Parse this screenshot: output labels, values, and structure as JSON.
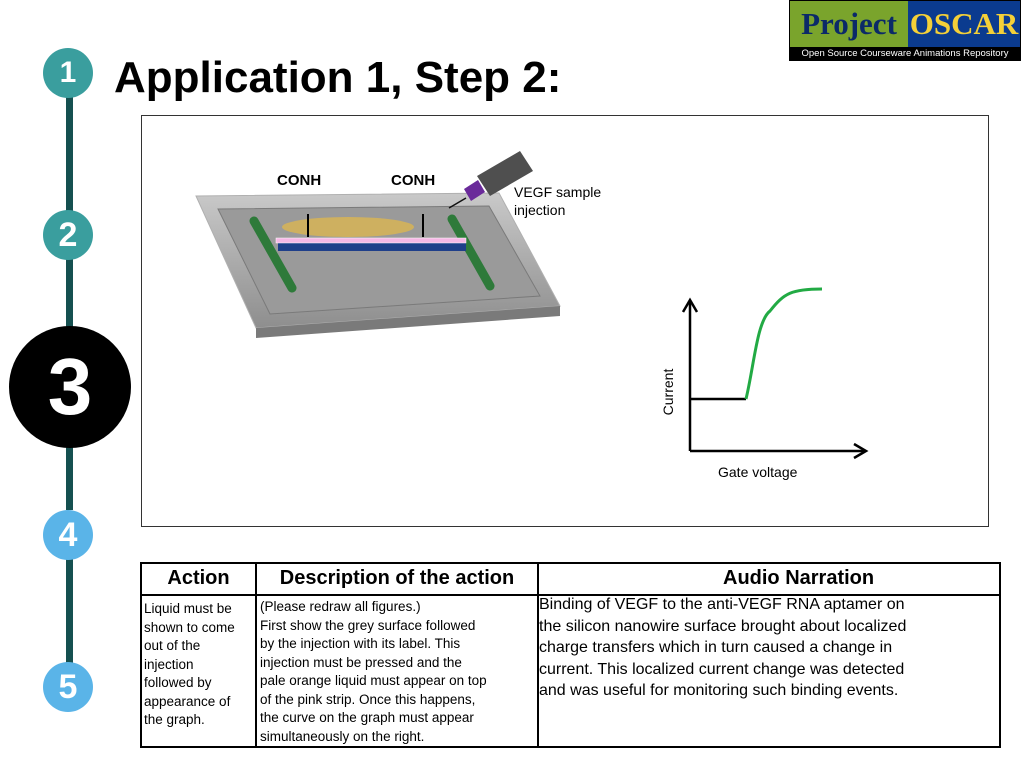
{
  "logo": {
    "left_text": "Project",
    "right_text": "OSCAR",
    "tagline": "Open Source Courseware Animations Repository"
  },
  "steps": [
    "1",
    "2",
    "3",
    "4",
    "5"
  ],
  "current_step": "3",
  "colors": {
    "teal_step": "#3a9e9e",
    "light_blue_step": "#5ab4e8",
    "active_step": "#000000",
    "timeline_bar": "#155050",
    "curve": "#22aa44",
    "gold_liquid": "#d4b25a",
    "pink_strip": "#f6b8e6",
    "navy_strip": "#1f3f8a",
    "electrode": "#2e7a3a",
    "injector_tip": "#6a2a9a"
  },
  "title": "Application 1, Step 2:",
  "figure": {
    "label_conh_left": "CONH",
    "label_conh_right": "CONH",
    "injection_label_line1": "VEGF sample",
    "injection_label_line2": "injection",
    "graph_ylabel": "Current",
    "graph_xlabel": "Gate voltage"
  },
  "table": {
    "headers": [
      "Action",
      "Description of the action",
      "Audio Narration"
    ],
    "action": [
      "Liquid must be",
      "shown to come",
      "out of the",
      "injection",
      "followed by",
      "appearance of",
      "the graph."
    ],
    "description": [
      "(Please redraw all figures.)",
      "First show the grey surface followed",
      "by the injection with its label. This",
      "injection must be pressed and the",
      "pale orange liquid must appear on top",
      "of the pink strip. Once this happens,",
      "the curve on the graph must appear",
      "simultaneously on the right."
    ],
    "narration": [
      "Binding of VEGF to the anti-VEGF RNA aptamer on",
      "the silicon nanowire surface brought about localized",
      "charge transfers which in turn caused a change in",
      "current. This localized current change was detected",
      "and was useful for monitoring such binding events."
    ]
  }
}
